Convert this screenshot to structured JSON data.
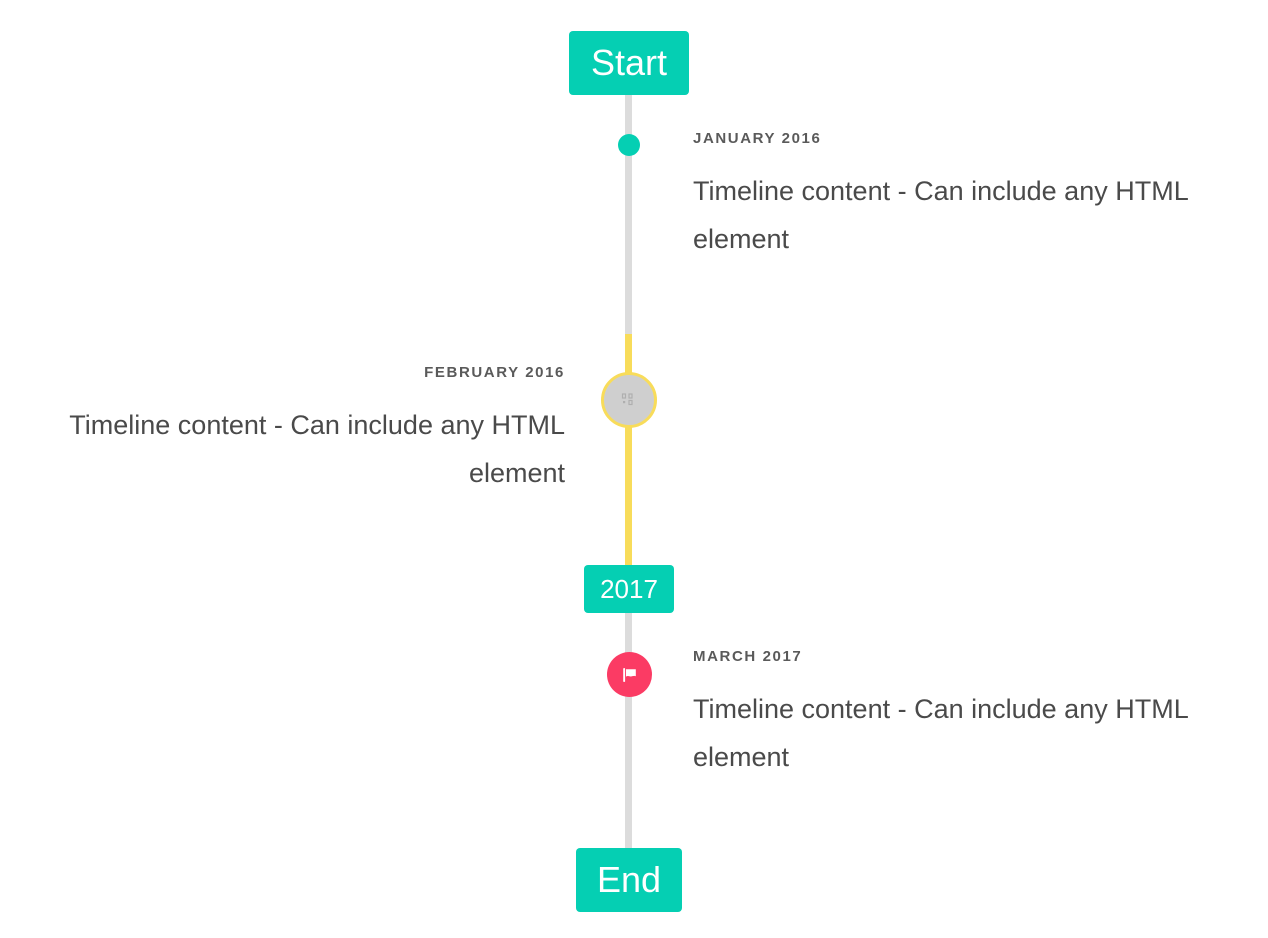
{
  "timeline": {
    "start_label": "Start",
    "end_label": "End",
    "year_marker": "2017",
    "colors": {
      "accent_teal": "#05CFB3",
      "accent_yellow": "#F8DC5A",
      "accent_pink": "#FB3B64",
      "rail_gray": "#DCDCDC",
      "marker_gray": "#CFCFCF",
      "date_text": "#5A5A5A",
      "body_text": "#4A4A4A",
      "background": "#FFFFFF"
    },
    "entries": [
      {
        "date": "January 2016",
        "body": "Timeline content - Can include any HTML element",
        "side": "right",
        "marker": "dot-icon"
      },
      {
        "date": "February 2016",
        "body": "Timeline content - Can include any HTML element",
        "side": "left",
        "marker": "broken-image-icon"
      },
      {
        "date": "March 2017",
        "body": "Timeline content - Can include any HTML element",
        "side": "right",
        "marker": "flag-icon"
      }
    ]
  }
}
